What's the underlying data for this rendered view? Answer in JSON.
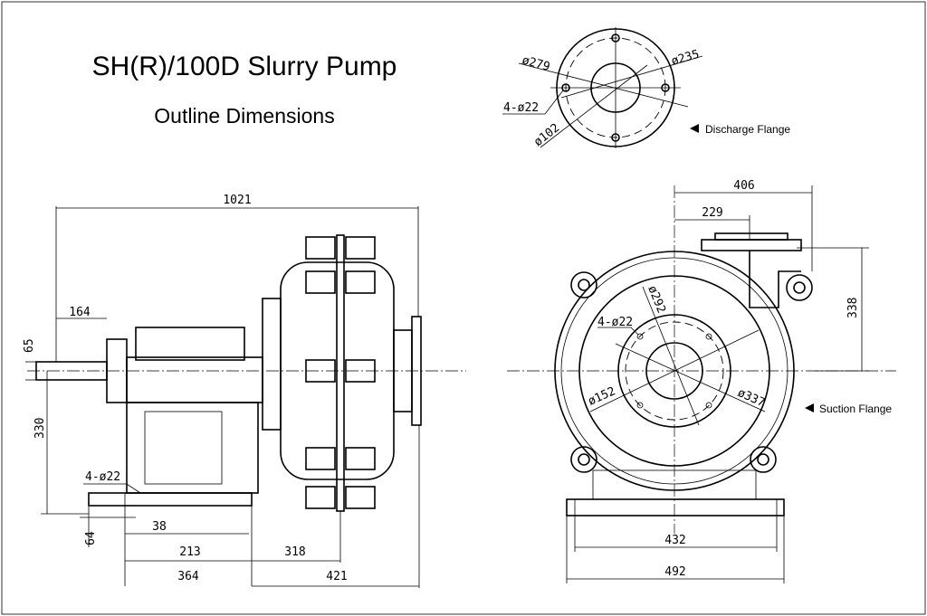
{
  "title": "SH(R)/100D Slurry Pump",
  "subtitle": "Outline Dimensions",
  "discharge_flange": {
    "label": "Discharge Flange",
    "d_outer": "ø279",
    "d_bolt": "ø235",
    "holes": "4-ø22",
    "d_bore": "ø102"
  },
  "side_view": {
    "overall_length": "1021",
    "shaft_ext": "164",
    "shaft_dia": "65",
    "shaft_height": "330",
    "holes": "4-ø22",
    "d38": "38",
    "d64": "64",
    "d213": "213",
    "d364": "364",
    "d318": "318",
    "d421": "421"
  },
  "front_view": {
    "d406": "406",
    "d229": "229",
    "d338": "338",
    "d292": "ø292",
    "holes": "4-ø22",
    "d152": "ø152",
    "d337": "ø337",
    "suction_label": "Suction Flange",
    "d432": "432",
    "d492": "492"
  }
}
